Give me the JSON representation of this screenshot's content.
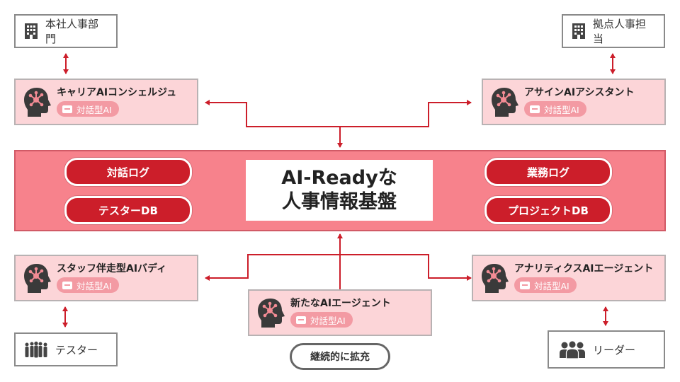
{
  "boxes": {
    "hq_hr": "本社人事部門",
    "branch_hr": "拠点人事担当",
    "tester": "テスター",
    "leader": "リーダー"
  },
  "agents": {
    "career": {
      "title": "キャリアAIコンシェルジュ",
      "chip": "対話型AI"
    },
    "assign": {
      "title": "アサインAIアシスタント",
      "chip": "対話型AI"
    },
    "staff": {
      "title": "スタッフ伴走型AIバディ",
      "chip": "対話型AI"
    },
    "analytics": {
      "title": "アナリティクスAIエージェント",
      "chip": "対話型AI"
    },
    "new": {
      "title": "新たなAIエージェント",
      "chip": "対話型AI"
    }
  },
  "platform": {
    "line1": "AI-Readyな",
    "line2": "人事情報基盤",
    "dialog_log": "対話ログ",
    "tester_db": "テスターDB",
    "work_log": "業務ログ",
    "project_db": "プロジェクトDB"
  },
  "continue_label": "継続的に拡充",
  "icons": [
    "building-icon",
    "ai-head-icon",
    "chat-bubble-icon",
    "people-group-icon",
    "leaders-icon"
  ],
  "colors": {
    "accent": "#cc1e2a",
    "band": "#f7828c",
    "card": "#fcd5d8",
    "chip": "#f39aa3"
  }
}
